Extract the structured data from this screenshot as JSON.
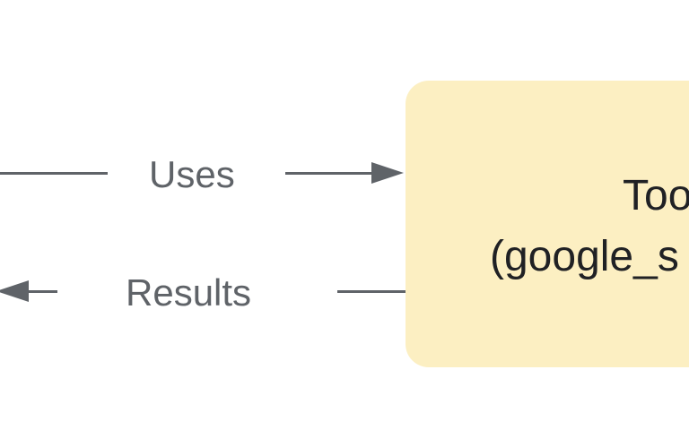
{
  "edges": {
    "uses_label": "Uses",
    "results_label": "Results"
  },
  "tool_box": {
    "line1": "Too",
    "line2": "(google_s"
  },
  "colors": {
    "arrow": "#5f6368",
    "label": "#5f6368",
    "box_fill": "#fcefc2",
    "box_text": "#202124",
    "background": "#ffffff"
  }
}
